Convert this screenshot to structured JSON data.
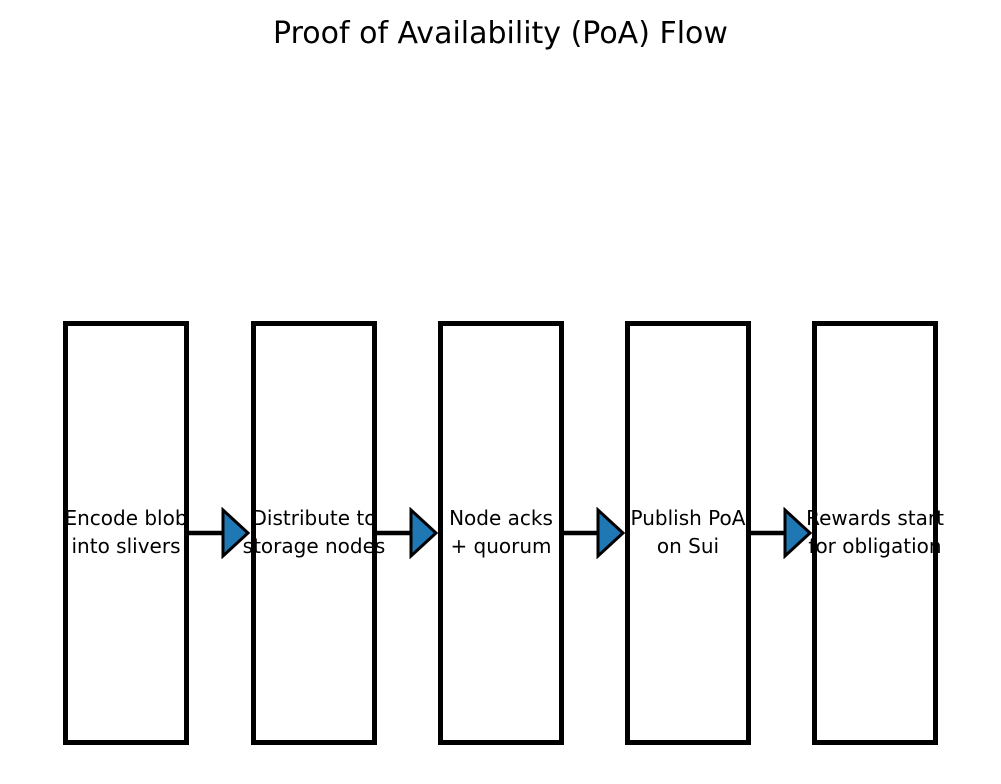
{
  "title": "Proof of Availability (PoA) Flow",
  "diagram": {
    "type": "flowchart",
    "direction": "left-to-right",
    "stages": [
      {
        "label": "Encode blob\ninto slivers"
      },
      {
        "label": "Distribute to\nstorage nodes"
      },
      {
        "label": "Node acks\n+ quorum"
      },
      {
        "label": "Publish PoA\non Sui"
      },
      {
        "label": "Rewards start\nfor obligation"
      }
    ]
  },
  "colors": {
    "background": "#ffffff",
    "box_border": "#000000",
    "text": "#000000",
    "arrow_shaft": "#000000",
    "arrow_head_fill": "#1f77b4",
    "arrow_head_outline": "#000000"
  }
}
